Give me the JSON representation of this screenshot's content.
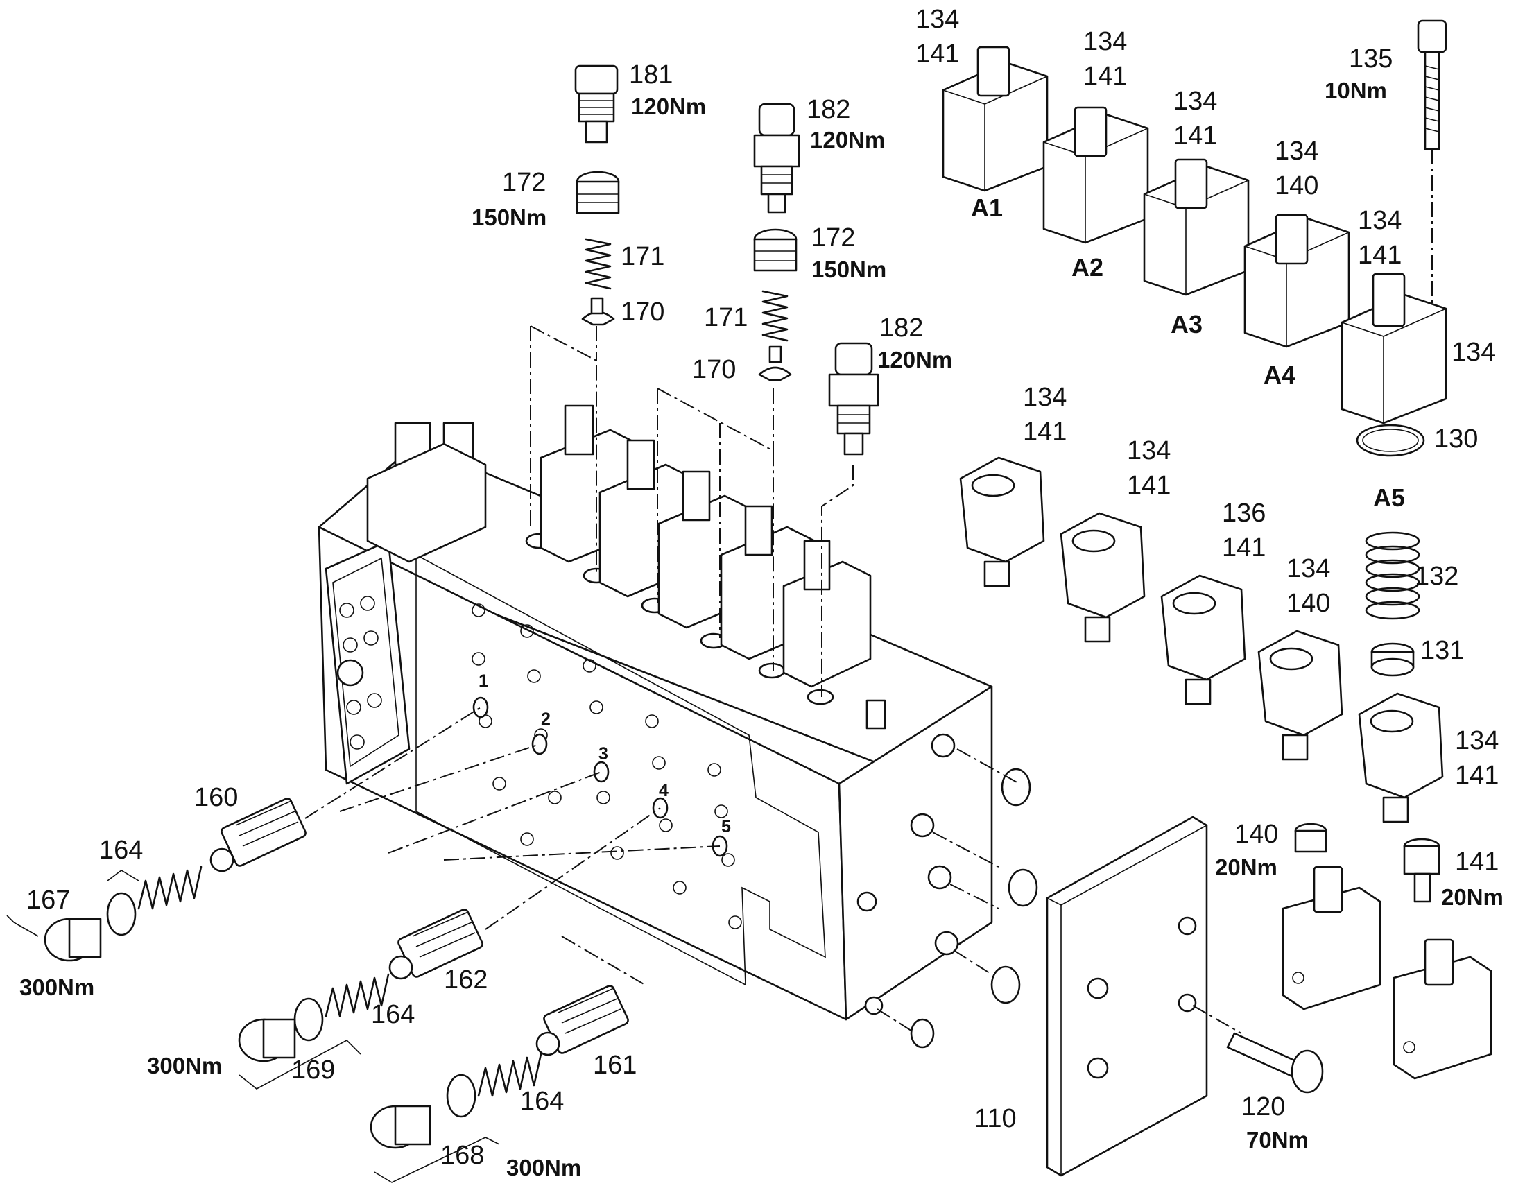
{
  "labels": {
    "top": [
      {
        "id": "181",
        "num": "181",
        "torque": "120Nm"
      },
      {
        "id": "182a",
        "num": "182",
        "torque": "120Nm"
      },
      {
        "id": "172a",
        "num": "172",
        "torque": "150Nm"
      },
      {
        "id": "171a",
        "num": "171"
      },
      {
        "id": "170a",
        "num": "170"
      },
      {
        "id": "172b",
        "num": "172",
        "torque": "150Nm"
      },
      {
        "id": "171b",
        "num": "171"
      },
      {
        "id": "170b",
        "num": "170"
      },
      {
        "id": "182b",
        "num": "182",
        "torque": "120Nm"
      }
    ],
    "modules": [
      {
        "id": "A1",
        "l1": "134",
        "l2": "141",
        "sub": "A1"
      },
      {
        "id": "A2",
        "l1": "134",
        "l2": "141",
        "sub": "A2"
      },
      {
        "id": "A3",
        "l1": "134",
        "l2": "141",
        "sub": "A3"
      },
      {
        "id": "A4",
        "l1": "134",
        "l2": "140",
        "sub": "A4"
      },
      {
        "id": "A5",
        "l1": "134",
        "l2": "141",
        "sub": "A5",
        "side": "134"
      }
    ],
    "bolt135": {
      "num": "135",
      "torque": "10Nm"
    },
    "seal130": "130",
    "spring132": "132",
    "seat131": "131",
    "bottoms": [
      {
        "l1": "134",
        "l2": "141"
      },
      {
        "l1": "134",
        "l2": "141"
      },
      {
        "l1": "136",
        "l2": "141"
      },
      {
        "l1": "134",
        "l2": "140"
      },
      {
        "l1": "134",
        "l2": "141"
      }
    ],
    "sections": [
      "1",
      "2",
      "3",
      "4",
      "5"
    ],
    "spools": [
      {
        "num": "160"
      },
      {
        "num": "162"
      },
      {
        "num": "161"
      }
    ],
    "springs164": [
      "164",
      "164",
      "164"
    ],
    "plugs": [
      {
        "num": "167",
        "torque": "300Nm"
      },
      {
        "num": "169",
        "torque": "300Nm"
      },
      {
        "num": "168",
        "torque": "300Nm"
      }
    ],
    "plate110": "110",
    "bolt120": {
      "num": "120",
      "torque": "70Nm"
    },
    "plug140": {
      "num": "140",
      "torque": "20Nm"
    },
    "plug141": {
      "num": "141",
      "torque": "20Nm"
    }
  }
}
